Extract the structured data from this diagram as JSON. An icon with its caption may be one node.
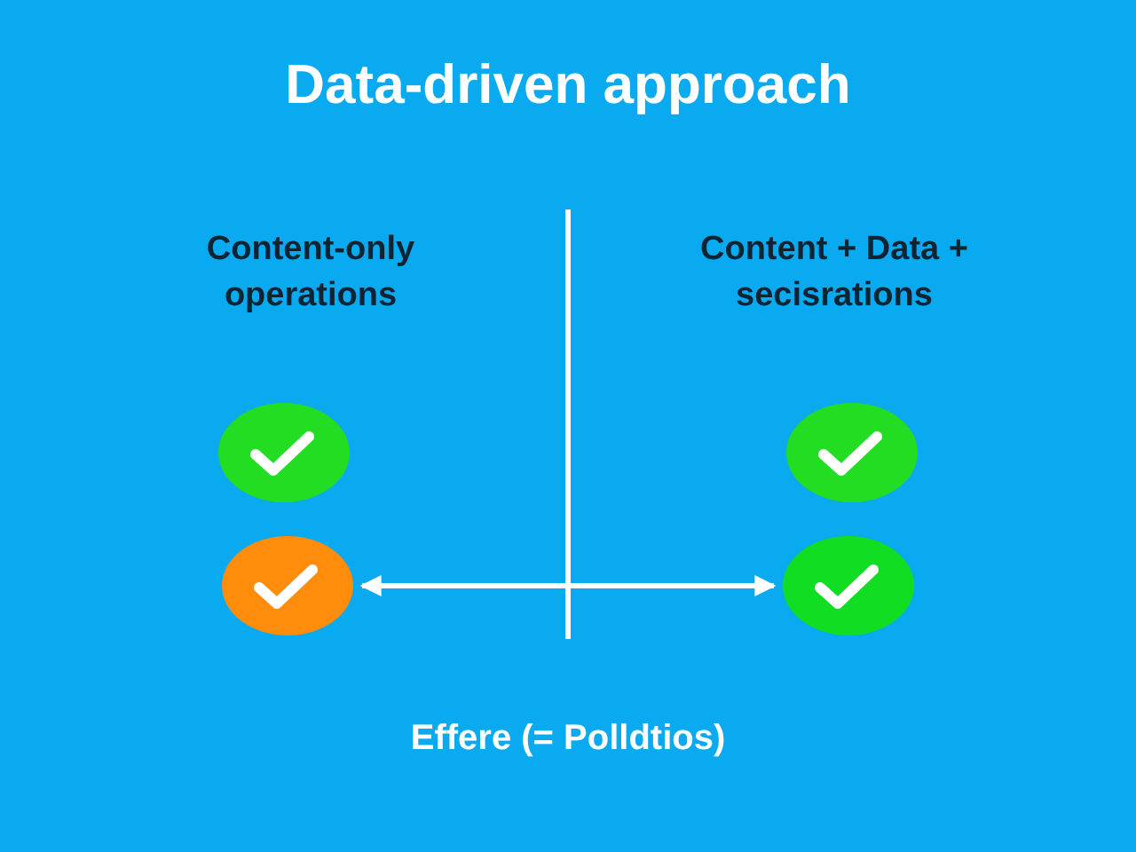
{
  "diagram": {
    "title": "Data-driven approach",
    "nodes": [
      {
        "text": [],
        "shape": "circle"
      },
      {
        "text": [],
        "shape": "circle"
      },
      {
        "text": [],
        "shape": "circle"
      },
      {
        "text": [],
        "shape": "circle"
      }
    ],
    "edges": [
      {
        "from": 2,
        "to": 3,
        "arrow": "both"
      }
    ],
    "labels": [
      "Content-only operations",
      "Content + Data + secisrations",
      "Effere (= Polldtios)"
    ]
  }
}
